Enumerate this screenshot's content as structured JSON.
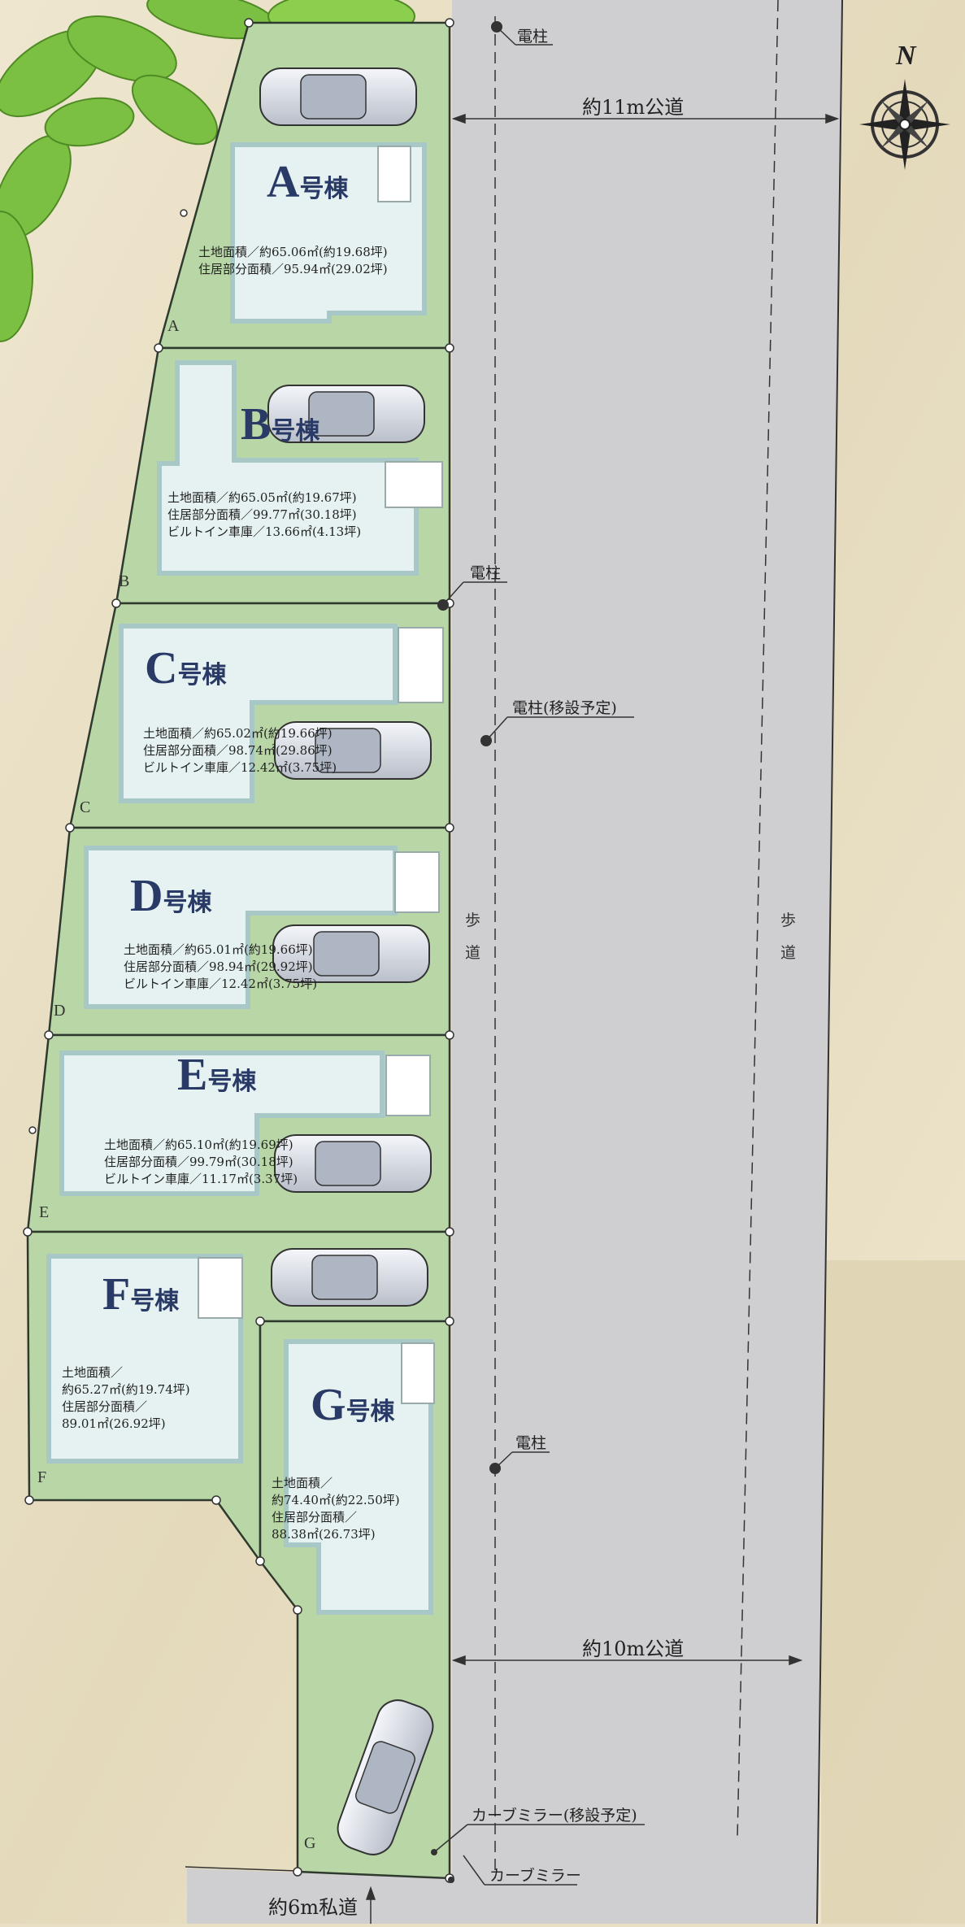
{
  "compass": {
    "north_label": "N",
    "icon": "compass-rose-icon"
  },
  "roads": {
    "east_top": "約11m公道",
    "east_bottom": "約10m公道",
    "south_private": "約6m私道"
  },
  "sidewalk": {
    "left": "歩道",
    "right": "歩道"
  },
  "poles": {
    "top": "電柱",
    "mid": "電柱",
    "relocate": "電柱(移設予定)",
    "lower": "電柱"
  },
  "mirrors": {
    "relocate": "カーブミラー(移設予定)",
    "existing": "カーブミラー"
  },
  "lots": [
    {
      "letter": "A",
      "name_big": "A",
      "name_small": "号棟",
      "lines": [
        "土地面積／約65.06㎡(約19.68坪)",
        "住居部分面積／95.94㎡(29.02坪)"
      ]
    },
    {
      "letter": "B",
      "name_big": "B",
      "name_small": "号棟",
      "lines": [
        "土地面積／約65.05㎡(約19.67坪)",
        "住居部分面積／99.77㎡(30.18坪)",
        "ビルトイン車庫／13.66㎡(4.13坪)"
      ]
    },
    {
      "letter": "C",
      "name_big": "C",
      "name_small": "号棟",
      "lines": [
        "土地面積／約65.02㎡(約19.66坪)",
        "住居部分面積／98.74㎡(29.86坪)",
        "ビルトイン車庫／12.42㎡(3.75坪)"
      ]
    },
    {
      "letter": "D",
      "name_big": "D",
      "name_small": "号棟",
      "lines": [
        "土地面積／約65.01㎡(約19.66坪)",
        "住居部分面積／98.94㎡(29.92坪)",
        "ビルトイン車庫／12.42㎡(3.75坪)"
      ]
    },
    {
      "letter": "E",
      "name_big": "E",
      "name_small": "号棟",
      "lines": [
        "土地面積／約65.10㎡(約19.69坪)",
        "住居部分面積／99.79㎡(30.18坪)",
        "ビルトイン車庫／11.17㎡(3.37坪)"
      ]
    },
    {
      "letter": "F",
      "name_big": "F",
      "name_small": "号棟",
      "lines": [
        "土地面積／",
        "約65.27㎡(約19.74坪)",
        "住居部分面積／",
        "89.01㎡(26.92坪)"
      ]
    },
    {
      "letter": "G",
      "name_big": "G",
      "name_small": "号棟",
      "lines": [
        "土地面積／",
        "約74.40㎡(約22.50坪)",
        "住居部分面積／",
        "88.38㎡(26.73坪)"
      ]
    }
  ],
  "colors": {
    "lot_fill": "#b9d7a6",
    "building_fill": "#e6f2f2",
    "building_stroke": "#a8c8c8",
    "road": "#cfcfd1",
    "boundary": "#2f3a2f"
  }
}
